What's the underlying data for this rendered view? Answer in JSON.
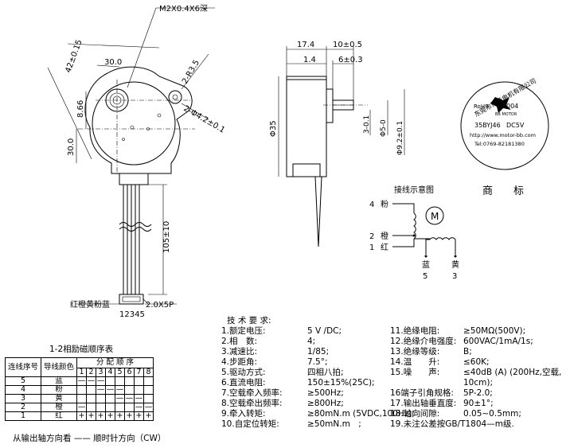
{
  "dims": {
    "screw": "M2X0.4X6深",
    "d42": "42±0.15",
    "d30": "30.0",
    "r35": "2-R3.5",
    "d866": "8.66",
    "d30b": "30.0",
    "hole": "2-Φ4.2±0.1",
    "wire_len": "105±10",
    "d174": "17.4",
    "d10": "10±0.5",
    "d14": "1.4",
    "d6": "6±0.3",
    "dia35": "Φ35",
    "d3": "3-0.1",
    "d5": "Φ5-0",
    "d92": "Φ9.2±0.1",
    "d3s": "0",
    "d5s": "-0.1",
    "d92s": ""
  },
  "connector": {
    "colors": "红橙黄粉蓝",
    "pins": "12345",
    "spec": "2.0X5P"
  },
  "wiring": {
    "title": "接线示意图",
    "motor": "M",
    "w4": "4",
    "w4c": "粉",
    "w2": "2",
    "w2c": "橙",
    "w1": "1",
    "w1c": "红",
    "blue": "蓝",
    "yellow": "黄",
    "n5": "5",
    "n3": "3"
  },
  "logo": {
    "label": "商　　标",
    "company": "东莞市博勇电机有限公司",
    "brand": "BB MOTOR",
    "rohs": "RoHS",
    "code": "004",
    "model": "35BYJ46",
    "volt": "DC5V",
    "web": "http://www.motor-bb.com",
    "tel": "Tel:0769-82181380"
  },
  "table": {
    "title": "1-2相励磁顺序表",
    "h_wire": "连线序号",
    "h_color": "导线颜色",
    "h_seq": "分 配 顺 序",
    "steps": [
      "1",
      "2",
      "3",
      "4",
      "5",
      "6",
      "7",
      "8"
    ],
    "rows": [
      {
        "n": "5",
        "c": "蓝",
        "s": [
          "—",
          "—",
          "—",
          "",
          "",
          "",
          "",
          ""
        ]
      },
      {
        "n": "4",
        "c": "粉",
        "s": [
          "",
          "",
          "—",
          "—",
          "—",
          "",
          "",
          ""
        ]
      },
      {
        "n": "3",
        "c": "黄",
        "s": [
          "",
          "",
          "",
          "",
          "—",
          "—",
          "—",
          ""
        ]
      },
      {
        "n": "2",
        "c": "橙",
        "s": [
          "—",
          "",
          "",
          "",
          "",
          "",
          "—",
          "—"
        ]
      },
      {
        "n": "1",
        "c": "红",
        "s": [
          "+",
          "+",
          "+",
          "+",
          "+",
          "+",
          "+",
          "+"
        ]
      }
    ],
    "footer": "从输出轴方向看 —— 顺时针方向（CW）"
  },
  "specs": {
    "title": "技 术 要 求:",
    "left": [
      {
        "k": "1.额定电压:",
        "v": "5 V /DC;"
      },
      {
        "k": "2.相　数:",
        "v": "4;"
      },
      {
        "k": "3.减速比:",
        "v": "1/85;"
      },
      {
        "k": "4.步距角:",
        "v": "7.5°;"
      },
      {
        "k": "5.驱动方式:",
        "v": "四相八拍;"
      },
      {
        "k": "6.直流电阻:",
        "v": "150±15%(25C);"
      },
      {
        "k": "7.空载牵入频率:",
        "v": "≥500Hz;"
      },
      {
        "k": "8.空载牵出频率:",
        "v": "≥800Hz;"
      },
      {
        "k": "9.牵入转矩:",
        "v": "≥80mN.m (5VDC,100Hz);"
      },
      {
        "k": "10.自定位转矩:",
        "v": "≥50mN.m　;"
      }
    ],
    "right": [
      {
        "k": "11.绝缘电阻:",
        "v": "≥50MΩ(500V);"
      },
      {
        "k": "12.绝缘介电强度:",
        "v": "600VAC/1mA/1s;"
      },
      {
        "k": "13.绝缘等级:",
        "v": "B;"
      },
      {
        "k": "14.温　　升:",
        "v": "≤60K;"
      },
      {
        "k": "15.噪　　声:",
        "v": "≤40dB (A) (200Hz,空载,"
      },
      {
        "k": "",
        "v": "10cm);"
      },
      {
        "k": "16端子引角规格:",
        "v": "5P-2.0;"
      },
      {
        "k": "17.输出轴垂直度:",
        "v": "90±1°;"
      },
      {
        "k": "18.轴向间隙:",
        "v": "0.05~0.5mm;"
      },
      {
        "k": "19.未注公差按GB/T1804—m级.",
        "v": ""
      }
    ]
  }
}
